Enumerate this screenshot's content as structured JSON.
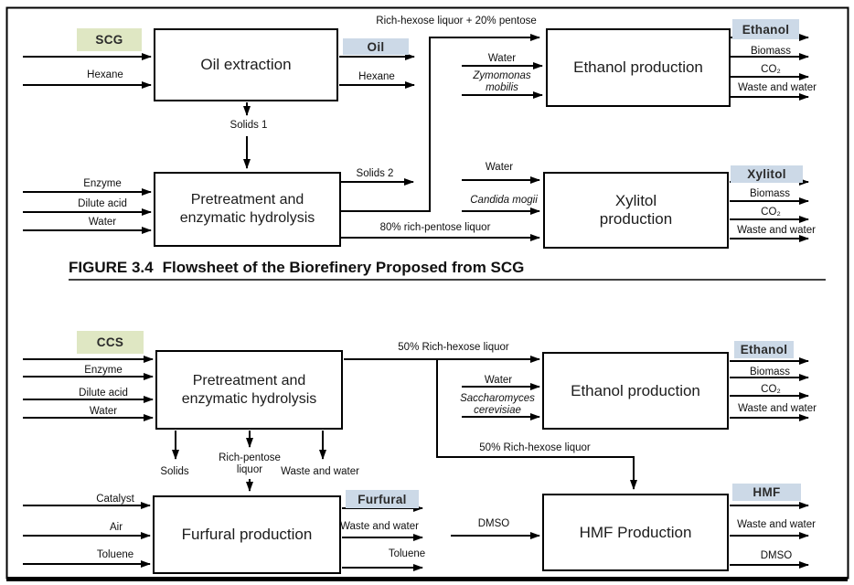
{
  "colors": {
    "feed_tag_bg": "#dfe7c3",
    "product_tag_bg": "#ccd9e7",
    "line": "#000000"
  },
  "figure1": {
    "caption_label": "FIGURE 3.4",
    "caption_text": "Flowsheet of the Biorefinery Proposed from SCG",
    "feed_tag": "SCG",
    "boxes": {
      "oil_extraction": "Oil extraction",
      "pretreatment_l1": "Pretreatment and",
      "pretreatment_l2": "enzymatic hydrolysis",
      "ethanol_production": "Ethanol production",
      "xylitol_l1": "Xylitol",
      "xylitol_l2": "production"
    },
    "product_tags": {
      "oil": "Oil",
      "ethanol": "Ethanol",
      "xylitol": "Xylitol"
    },
    "streams": {
      "hexane_in": "Hexane",
      "rich_hexose": "Rich-hexose liquor + 20% pentose",
      "hexane_out": "Hexane",
      "solids1": "Solids 1",
      "enzyme": "Enzyme",
      "dilute_acid": "Dilute acid",
      "water": "Water",
      "solids2": "Solids 2",
      "pentose80": "80% rich-pentose liquor",
      "ethanol_water": "Water",
      "zymomonas_l1": "Zymomonas",
      "zymomonas_l2": "mobilis",
      "xylitol_water": "Water",
      "candida": "Candida mogii",
      "biomass": "Biomass",
      "co2": "CO₂",
      "waste_water": "Waste and water"
    }
  },
  "figure2": {
    "feed_tag": "CCS",
    "boxes": {
      "pretreatment_l1": "Pretreatment and",
      "pretreatment_l2": "enzymatic hydrolysis",
      "ethanol_production": "Ethanol production",
      "furfural_production": "Furfural production",
      "hmf_production": "HMF Production"
    },
    "product_tags": {
      "furfural": "Furfural",
      "ethanol": "Ethanol",
      "hmf": "HMF"
    },
    "streams": {
      "enzyme": "Enzyme",
      "dilute_acid": "Dilute acid",
      "water": "Water",
      "hexose50_top": "50% Rich-hexose liquor",
      "hexose50_bottom": "50% Rich-hexose liquor",
      "solids": "Solids",
      "rich_pentose_l1": "Rich-pentose",
      "rich_pentose_l2": "liquor",
      "waste_water": "Waste and water",
      "catalyst": "Catalyst",
      "air": "Air",
      "toluene_in": "Toluene",
      "toluene_out": "Toluene",
      "ethanol_water": "Water",
      "saccharomyces_l1": "Saccharomyces",
      "saccharomyces_l2": "cerevisiae",
      "dmso_in": "DMSO",
      "dmso_out": "DMSO",
      "biomass": "Biomass",
      "co2": "CO₂"
    }
  }
}
